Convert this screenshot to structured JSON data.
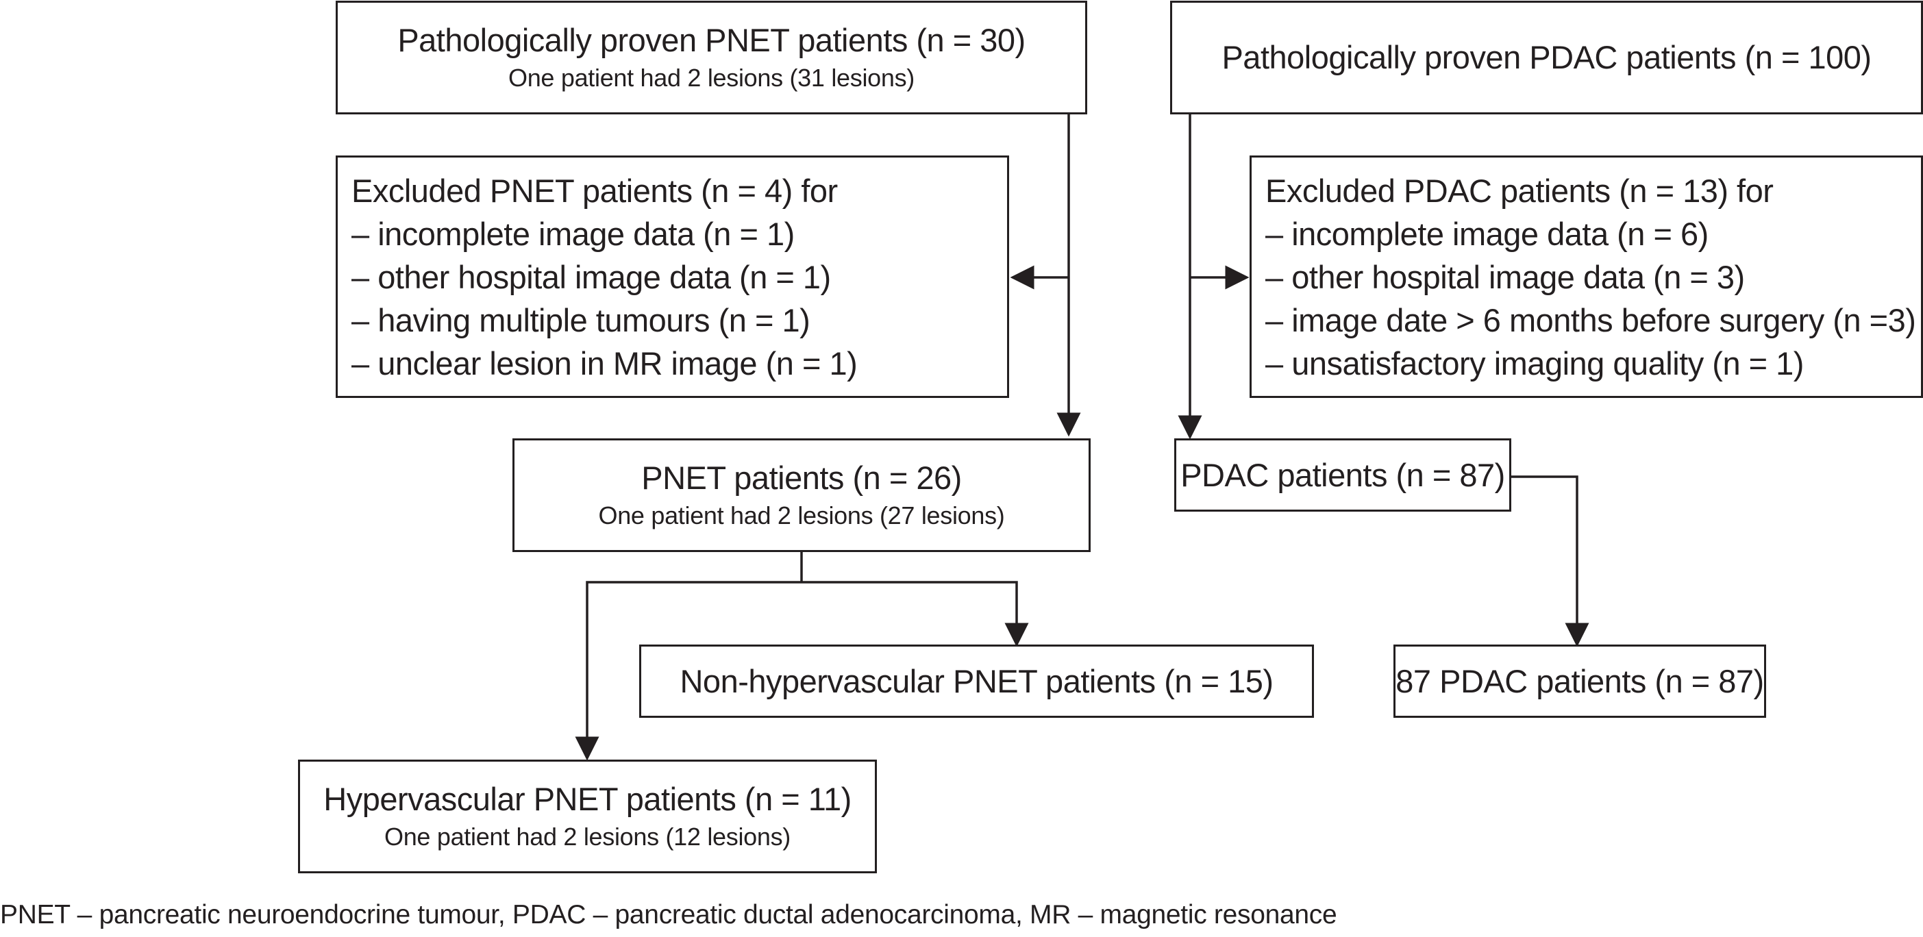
{
  "pnet_source": {
    "title": "Pathologically proven PNET patients (n = 30)",
    "note": "One patient had 2 lesions (31 lesions)"
  },
  "pdac_source": {
    "title": "Pathologically proven PDAC patients (n = 100)"
  },
  "pnet_excluded": {
    "title": "Excluded PNET patients (n = 4) for",
    "items": [
      "– incomplete image data (n = 1)",
      "– other hospital image data (n = 1)",
      "– having multiple tumours (n = 1)",
      "– unclear lesion in MR image (n = 1)"
    ]
  },
  "pdac_excluded": {
    "title": "Excluded PDAC patients (n = 13) for",
    "items": [
      "– incomplete image data (n = 6)",
      "– other hospital image data (n = 3)",
      "– image date > 6 months before surgery (n =3)",
      "– unsatisfactory imaging quality (n = 1)"
    ]
  },
  "pnet_included": {
    "title": "PNET patients (n = 26)",
    "note": "One patient had 2 lesions (27 lesions)"
  },
  "pdac_included": {
    "title": "PDAC patients (n = 87)"
  },
  "pnet_nonhyper": {
    "title": "Non-hypervascular PNET patients (n = 15)"
  },
  "pnet_hyper": {
    "title": "Hypervascular PNET patients (n = 11)",
    "note": "One patient had 2 lesions (12 lesions)"
  },
  "pdac_final": {
    "title": "87 PDAC patients (n = 87)"
  },
  "footnote": "PNET – pancreatic neuroendocrine tumour, PDAC – pancreatic ductal adenocarcinoma, MR – magnetic resonance",
  "colors": {
    "line": "#231f20",
    "background": "#ffffff"
  }
}
